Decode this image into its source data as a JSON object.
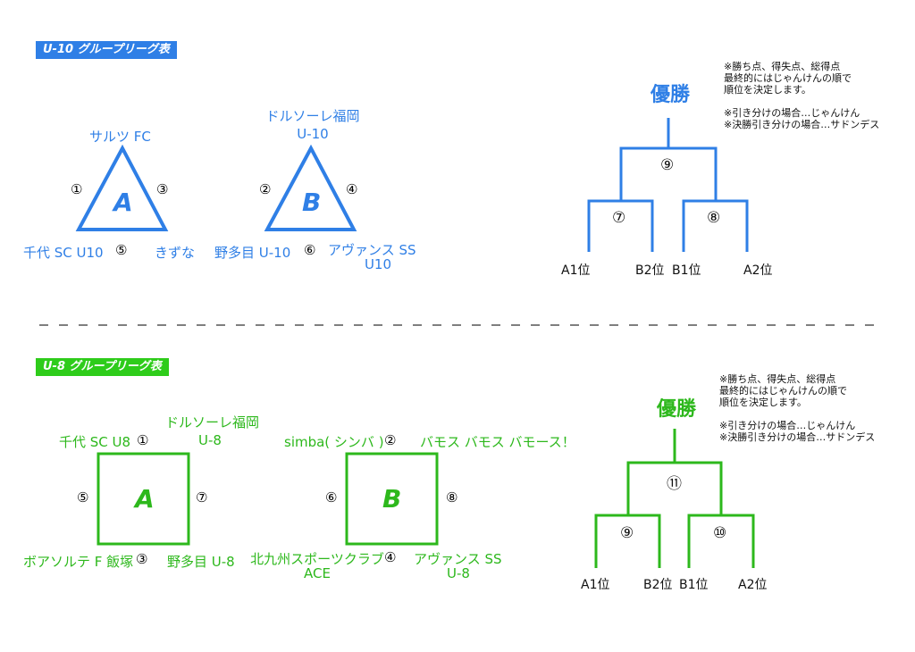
{
  "u10": {
    "header": "U-10 グループリーグ表",
    "groupA": {
      "letter": "A",
      "top": "サルツ FC",
      "bottom_left": "千代 SC U10",
      "bottom_right": "きずな",
      "m_left": "①",
      "m_right": "③",
      "m_bottom": "⑤"
    },
    "groupB": {
      "letter": "B",
      "top_line1": "ドルソーレ福岡",
      "top_line2": "U-10",
      "bottom_left": "野多目 U-10",
      "bottom_right_line1": "アヴァンス SS",
      "bottom_right_line2": "U10",
      "m_left": "②",
      "m_right": "④",
      "m_bottom": "⑥"
    },
    "bracket": {
      "title": "優勝",
      "final": "⑨",
      "semi_left": "⑦",
      "semi_right": "⑧",
      "seeds": [
        "A1位",
        "B2位",
        "B1位",
        "A2位"
      ]
    },
    "notes": [
      "※勝ち点、得失点、総得点",
      "最終的にはじゃんけんの順で",
      "順位を決定します。",
      "",
      "※引き分けの場合…じゃんけん",
      "※決勝引き分けの場合…サドンデス"
    ]
  },
  "u8": {
    "header": "U-8 グループリーグ表",
    "groupA": {
      "letter": "A",
      "top_left": "千代 SC U8",
      "top_right_line1": "ドルソーレ福岡",
      "top_right_line2": "U-8",
      "bottom_left": "ボアソルテ F 飯塚",
      "bottom_right": "野多目 U-8",
      "m_top": "①",
      "m_left": "⑤",
      "m_right": "⑦",
      "m_bottom": "③"
    },
    "groupB": {
      "letter": "B",
      "top_left": "simba( シンバ )",
      "top_right": "バモス バモス バモース！",
      "bottom_left_line1": "北九州スポーツクラブ",
      "bottom_left_line2": "ACE",
      "bottom_right_line1": "アヴァンス SS",
      "bottom_right_line2": "U-8",
      "m_top": "②",
      "m_left": "⑥",
      "m_right": "⑧",
      "m_bottom": "④"
    },
    "bracket": {
      "title": "優勝",
      "final": "⑪",
      "semi_left": "⑨",
      "semi_right": "⑩",
      "seeds": [
        "A1位",
        "B2位",
        "B1位",
        "A2位"
      ]
    },
    "notes": [
      "※勝ち点、得失点、総得点",
      "最終的にはじゃんけんの順で",
      "順位を決定します。",
      "",
      "※引き分けの場合…じゃんけん",
      "※決勝引き分けの場合…サドンデス"
    ]
  },
  "colors": {
    "u10": "#2f7fe6",
    "u8": "#2db81c",
    "divider": "#555555"
  }
}
